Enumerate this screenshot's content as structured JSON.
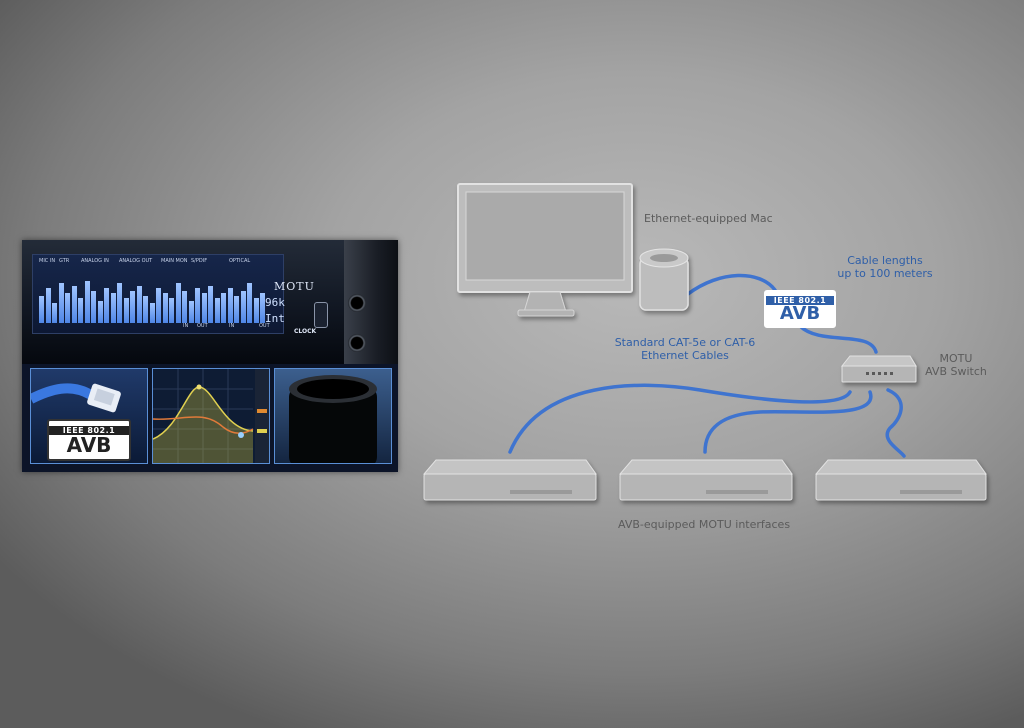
{
  "colors": {
    "cable": "#3f74cf",
    "device_fill": "#b7b7b7",
    "device_stroke": "#dcdcdc",
    "label_gray": "#5b5b5b",
    "label_blue": "#2f5fa8"
  },
  "photo": {
    "lcd_labels": [
      "MIC IN",
      "GTR",
      "ANALOG IN",
      "ANALOG OUT",
      "MAIN MON",
      "S/PDIF",
      "OPTICAL"
    ],
    "lcd_sub_labels": [
      "IN",
      "OUT",
      "IN",
      "OUT"
    ],
    "lcd_rate": "96k",
    "lcd_clock": "Int",
    "brand": "MOTU",
    "clock_label": "CLOCK",
    "meter_levels": [
      0.55,
      0.7,
      0.4,
      0.8,
      0.6,
      0.75,
      0.5,
      0.85,
      0.65,
      0.45,
      0.7,
      0.6,
      0.8,
      0.5,
      0.65,
      0.75,
      0.55,
      0.4,
      0.7,
      0.6,
      0.5,
      0.8,
      0.65,
      0.45,
      0.7,
      0.6,
      0.75,
      0.5,
      0.6,
      0.7,
      0.55,
      0.65,
      0.8,
      0.5,
      0.6
    ]
  },
  "badge_photo": {
    "top": "IEEE 802.1",
    "bottom": "AVB"
  },
  "badge_diagram": {
    "top": "IEEE 802.1",
    "bottom": "AVB"
  },
  "labels": {
    "mac": "Ethernet-equipped Mac",
    "cable_len_1": "Cable lengths",
    "cable_len_2": "up to 100 meters",
    "cat_1": "Standard CAT-5e or CAT-6",
    "cat_2": "Ethernet Cables",
    "switch_1": "MOTU",
    "switch_2": "AVB Switch",
    "interfaces": "AVB-equipped MOTU interfaces"
  }
}
